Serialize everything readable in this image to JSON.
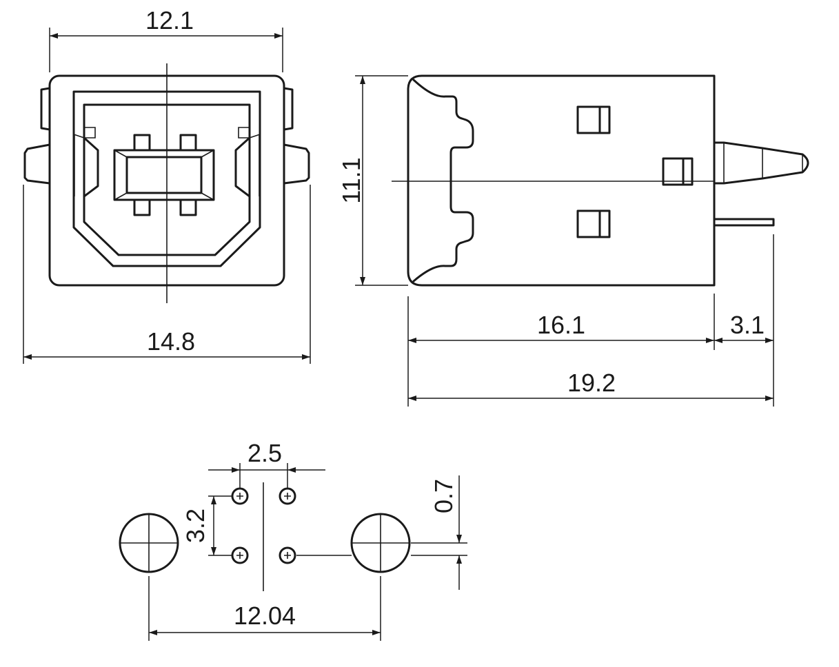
{
  "dimensions": {
    "front_top_width": "12.1",
    "front_overall_width": "14.8",
    "side_height": "11.1",
    "side_body_length": "16.1",
    "side_pin_length": "3.1",
    "side_overall_length": "19.2",
    "pcb_pin_pitch_x": "2.5",
    "pcb_pin_pitch_y": "3.2",
    "pcb_pin_offset": "0.7",
    "pcb_mount_hole_spacing": "12.04"
  },
  "colors": {
    "line": "#1a1a1a",
    "background": "#ffffff"
  }
}
